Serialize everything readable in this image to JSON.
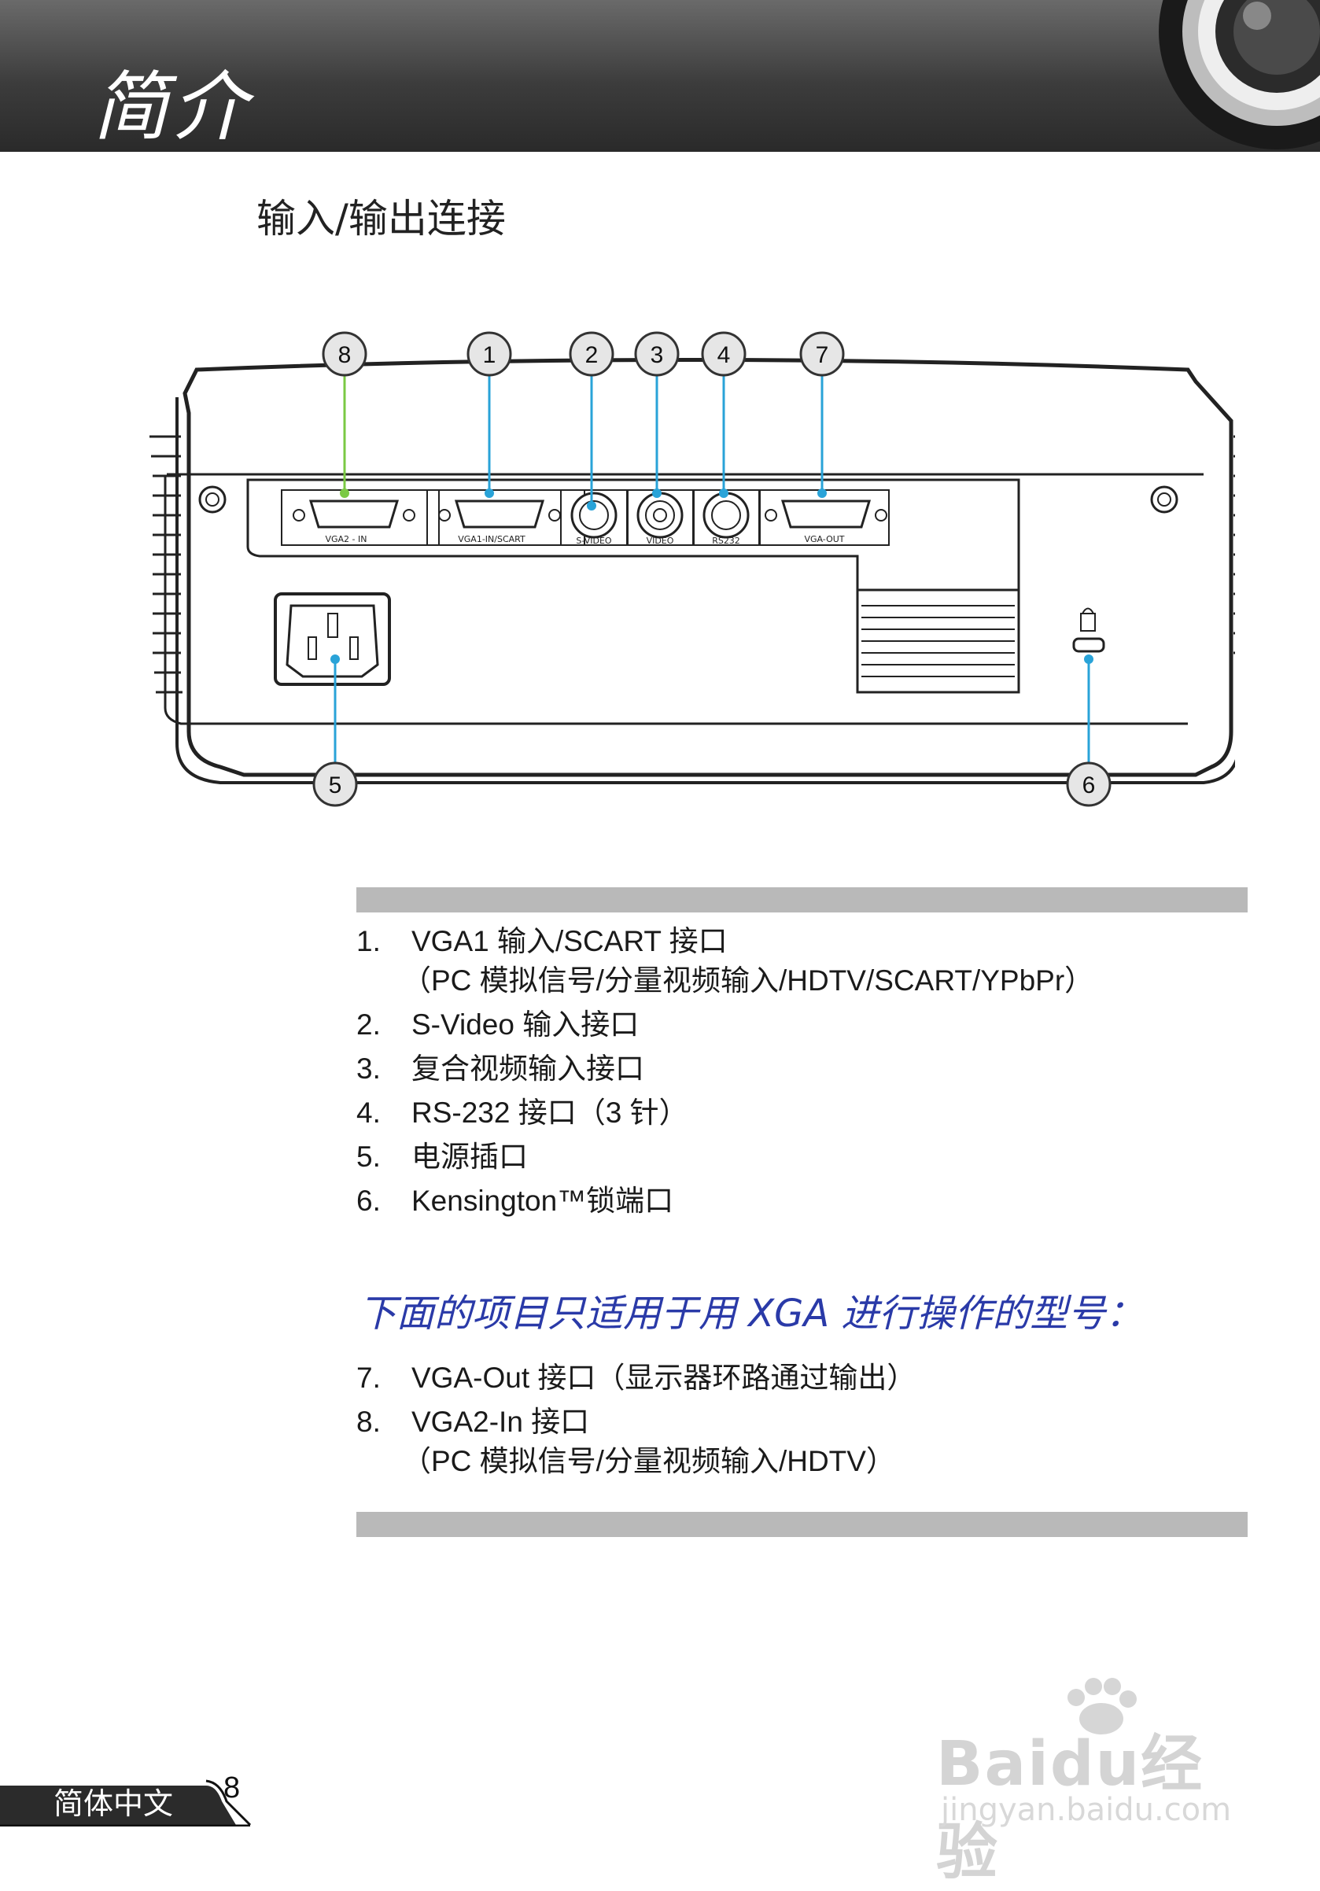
{
  "header": {
    "title": "简介"
  },
  "section_title": "输入/输出连接",
  "diagram": {
    "callouts": [
      "8",
      "1",
      "2",
      "3",
      "4",
      "7",
      "5",
      "6"
    ],
    "port_labels": {
      "vga2": "VGA2 - IN",
      "vga1": "VGA1-IN/SCART",
      "svideo": "S-VIDEO",
      "video": "VIDEO",
      "rs232": "RS232",
      "vgaout": "VGA-OUT"
    }
  },
  "list_a": [
    {
      "num": "1.",
      "text": "VGA1 输入/SCART 接口",
      "sub": "（PC 模拟信号/分量视频输入/HDTV/SCART/YPbPr）"
    },
    {
      "num": "2.",
      "text": "S-Video 输入接口"
    },
    {
      "num": "3.",
      "text": "复合视频输入接口"
    },
    {
      "num": "4.",
      "text": "RS-232 接口（3 针）"
    },
    {
      "num": "5.",
      "text": "电源插口"
    },
    {
      "num": "6.",
      "text": "Kensington™锁端口"
    }
  ],
  "note": "下面的项目只适用于用 XGA 进行操作的型号：",
  "list_b": [
    {
      "num": "7.",
      "text": "VGA-Out 接口（显示器环路通过输出）"
    },
    {
      "num": "8.",
      "text": "VGA2-In 接口",
      "sub": "（PC 模拟信号/分量视频输入/HDTV）"
    }
  ],
  "footer": {
    "language": "简体中文",
    "page": "8"
  },
  "watermark": {
    "brand": "Baidu经验",
    "url": "jingyan.baidu.com"
  },
  "colors": {
    "header_dark": "#3c3c3c",
    "note_blue": "#2a3aa8",
    "bar_gray": "#b9b9b9",
    "callout_blue": "#29a3d8",
    "callout_green": "#7ac943"
  }
}
